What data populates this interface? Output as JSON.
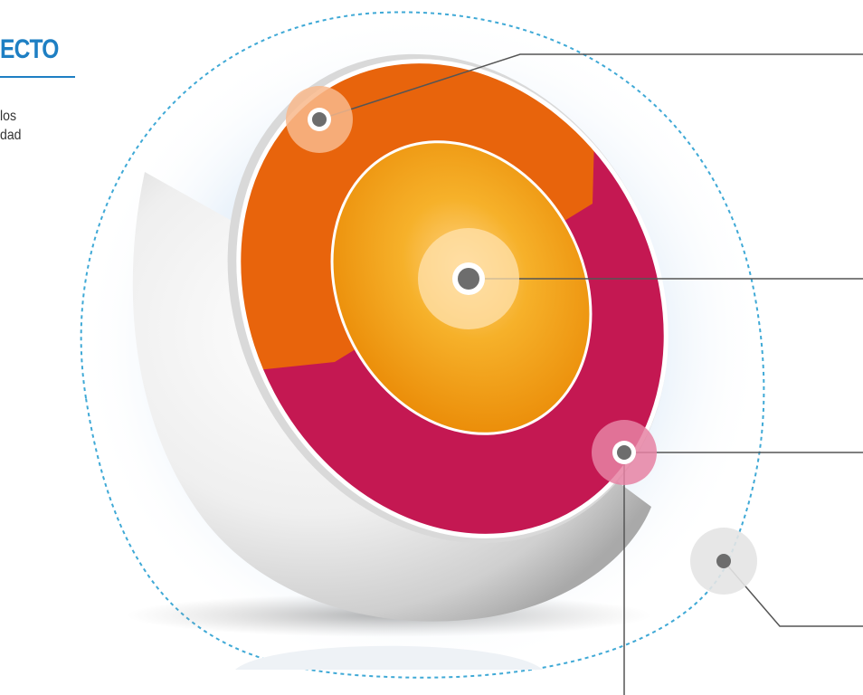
{
  "header": {
    "title": "ECTO",
    "text_lines": [
      "los",
      "dad"
    ]
  },
  "colors": {
    "accent_blue": "#1e7fc3",
    "outer_ring_top": "#e8640c",
    "outer_ring_bottom": "#c41852",
    "inner_core": "#f29a0f",
    "shell": "#ececec",
    "halo": "#dbe9f7",
    "leader_line": "#555555"
  },
  "hotspots": [
    {
      "id": "hotspot-orange-ring",
      "label": ""
    },
    {
      "id": "hotspot-core",
      "label": ""
    },
    {
      "id": "hotspot-crimson-ring",
      "label": ""
    },
    {
      "id": "hotspot-base",
      "label": ""
    }
  ]
}
